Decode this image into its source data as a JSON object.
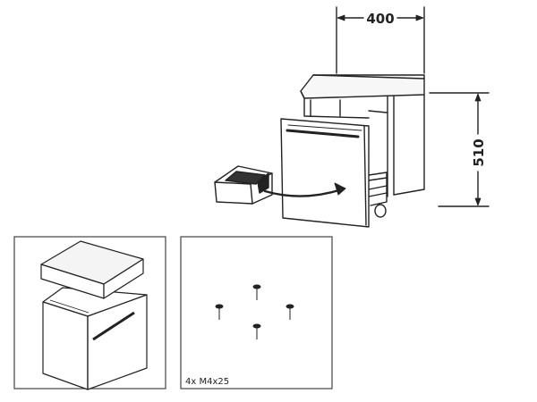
{
  "dimensions": {
    "width_label": "400",
    "height_label": "510"
  },
  "screw_panel": {
    "caption": "4x M4x25"
  },
  "colors": {
    "line": "#222222",
    "panel_border": "#444444",
    "top_fill": "#f4f4f4"
  }
}
